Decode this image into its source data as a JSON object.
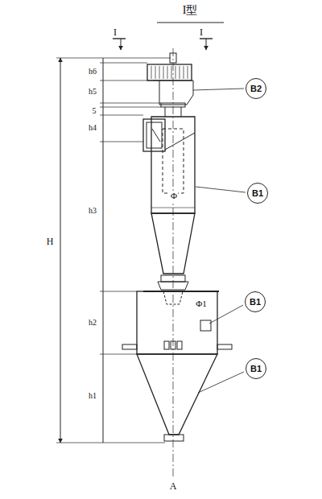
{
  "diagram": {
    "nodes": [
      {
        "text": [
          "B2"
        ]
      },
      {
        "text": [
          "B1"
        ]
      },
      {
        "text": [
          "B1"
        ]
      },
      {
        "text": [
          "B1"
        ]
      }
    ],
    "labels": [
      "I型",
      "I",
      "I",
      "h6",
      "h5",
      "5",
      "h4",
      "h3",
      "h2",
      "h1",
      "H",
      "Φ",
      "Φ1",
      "A"
    ]
  }
}
